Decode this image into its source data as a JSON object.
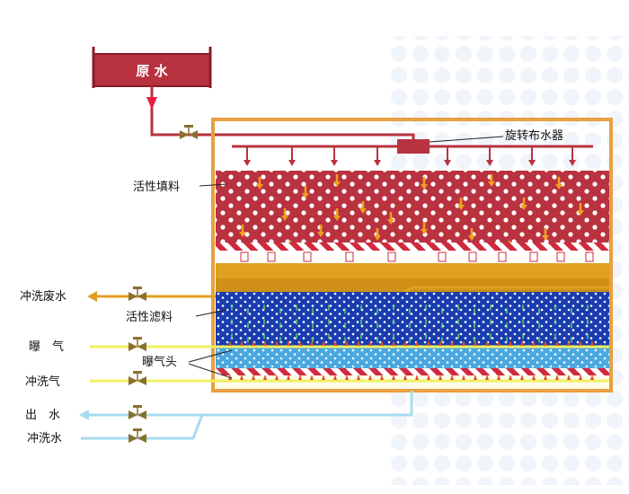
{
  "diagram": {
    "labels": {
      "raw_water": "原 水",
      "rotary_distributor": "旋转布水器",
      "active_packing": "活性填料",
      "backwash_waste": "冲洗废水",
      "active_filter_media": "活性滤料",
      "aeration": "曝　气",
      "aeration_head": "曝气头",
      "wash_air": "冲洗气",
      "outlet_water": "出　水",
      "wash_water": "冲洗水"
    },
    "colors": {
      "raw_water_tank": "#b8323f",
      "packing_layer": "#b8323f",
      "pipe_red": "#b8323f",
      "flow_arrow_red": "#e82040",
      "flow_arrow_orange": "#f0a020",
      "tank_wall": "#e8a040",
      "sludge_layer": "#e0a020",
      "filter_media": "#1a3cb0",
      "aeration_zone": "#4aa8e0",
      "wash_air_pipe": "#f0f060",
      "outlet_pipe": "#a8dcf0",
      "valve": "#8a7030",
      "leader_line": "#222222"
    }
  }
}
